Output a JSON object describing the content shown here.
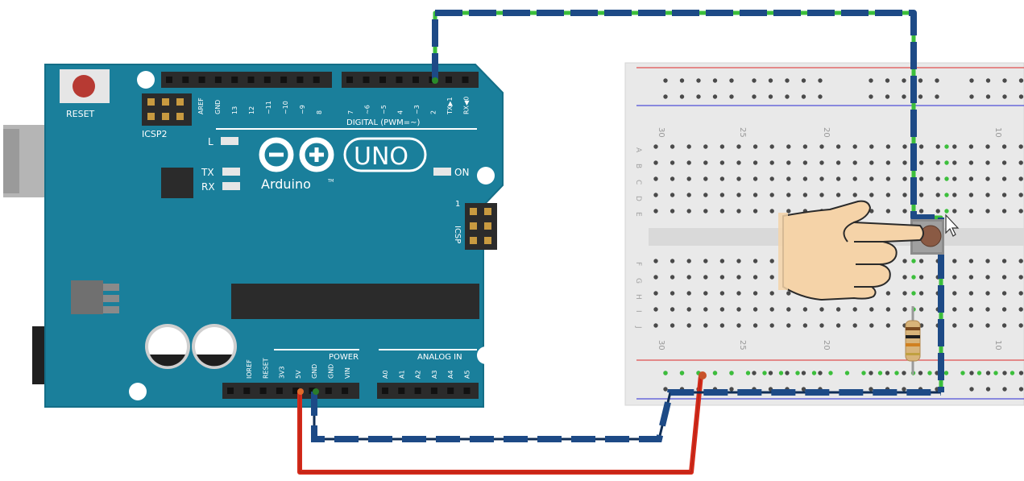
{
  "board": {
    "reset_label": "RESET",
    "icsp2_label": "ICSP2",
    "icsp_label": "ICSP",
    "l_label": "L",
    "tx_label": "TX",
    "rx_label": "RX",
    "on_label": "ON",
    "uno_label": "UNO",
    "brand_label": "Arduino",
    "tm_label": "TM",
    "digital_label": "DIGITAL (PWM=~)",
    "power_label": "POWER",
    "analog_label": "ANALOG IN",
    "pin_one_label": "1",
    "digital_pins": [
      "AREF",
      "GND",
      "13",
      "12",
      "~11",
      "~10",
      "~9",
      "8",
      "7",
      "~6",
      "~5",
      "4",
      "~3",
      "2",
      "TX▶1",
      "RX◀0"
    ],
    "power_pins": [
      "IOREF",
      "RESET",
      "3V3",
      "5V",
      "GND",
      "GND",
      "VIN"
    ],
    "analog_pins": [
      "A0",
      "A1",
      "A2",
      "A3",
      "A4",
      "A5"
    ]
  },
  "breadboard": {
    "column_numbers": [
      "30",
      "25",
      "20",
      "10"
    ],
    "row_letters_top": [
      "A",
      "B",
      "C",
      "D",
      "E"
    ],
    "row_letters_bottom": [
      "F",
      "G",
      "H",
      "I",
      "J"
    ]
  },
  "colors": {
    "board": "#1a7f9b",
    "board_edge": "#146e87",
    "header": "#2b2b2b",
    "wire_dash": "#1d4a86",
    "wire_green": "#3cbf3c",
    "wire_red": "#d42a1a",
    "breadboard": "#e9e9e9",
    "rail_red": "#e05050",
    "rail_blue": "#5050d8",
    "hole": "#4a4a4a"
  }
}
